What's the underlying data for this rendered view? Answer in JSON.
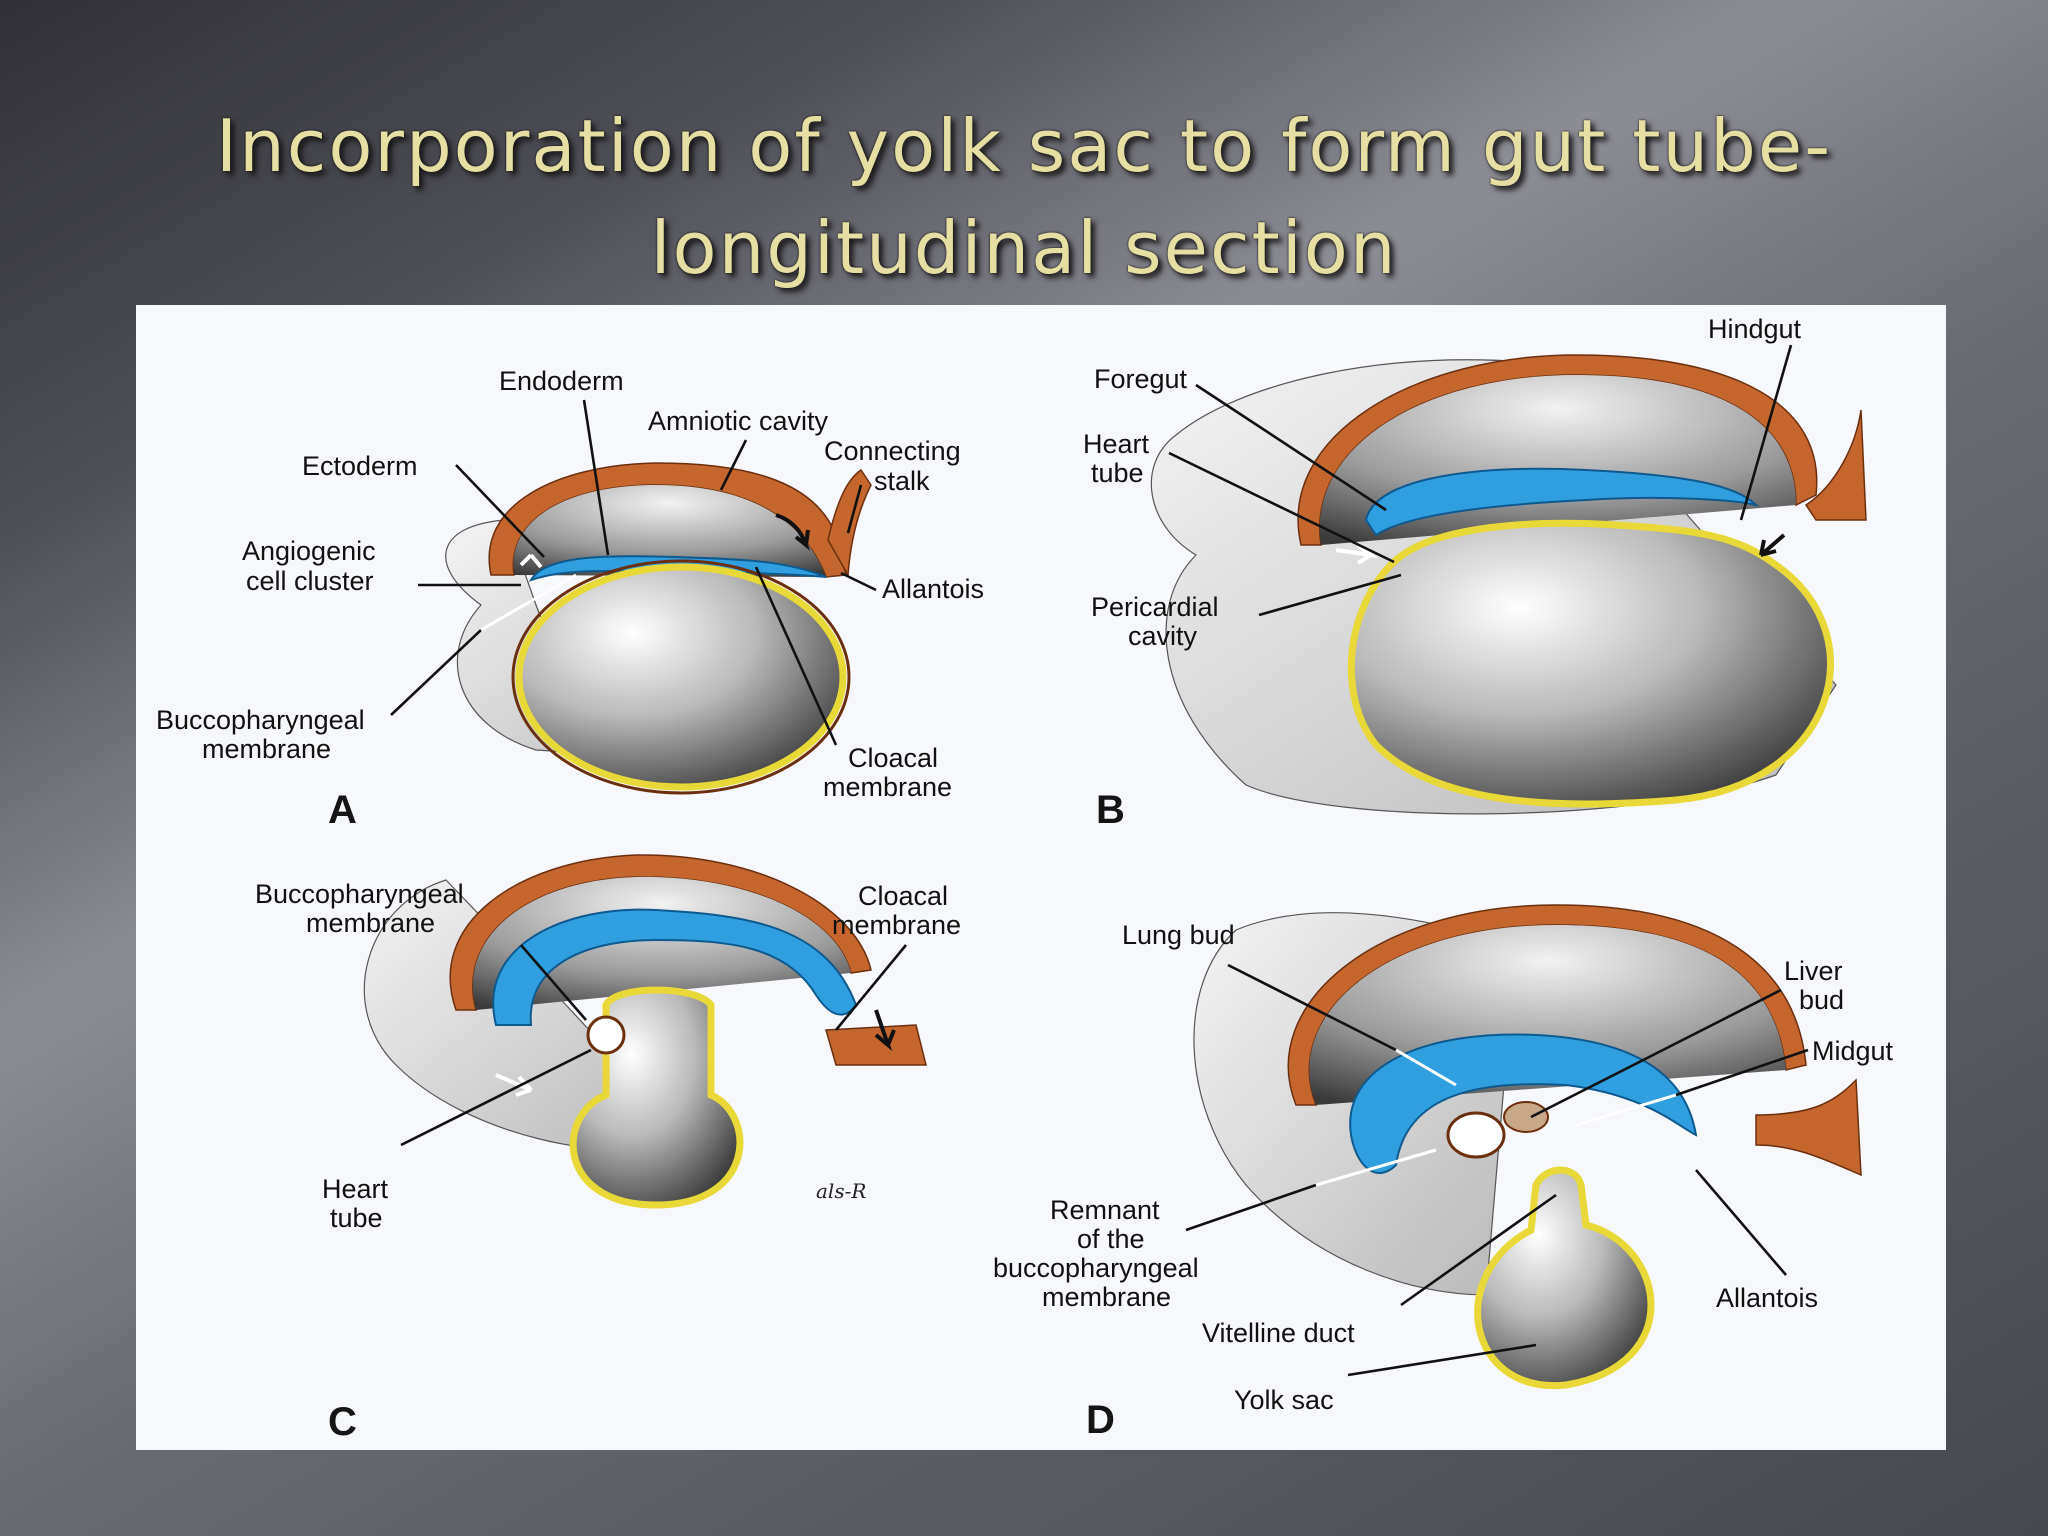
{
  "title": {
    "line1": "Incorporation of yolk sac to form gut tube-",
    "line2": "longitudinal section"
  },
  "colors": {
    "ectoderm": "#c4662d",
    "endoderm_blue": "#2f9fe0",
    "yolk_outline": "#e8d838",
    "title_text": "#e6dfa4"
  },
  "panels": {
    "a": {
      "letter": "A",
      "labels": {
        "endoderm": "Endoderm",
        "amniotic_cavity": "Amniotic cavity",
        "ectoderm": "Ectoderm",
        "connecting_stalk_1": "Connecting",
        "connecting_stalk_2": "stalk",
        "angiogenic_1": "Angiogenic",
        "angiogenic_2": "cell cluster",
        "allantois": "Allantois",
        "bucco_1": "Buccopharyngeal",
        "bucco_2": "membrane",
        "cloacal_1": "Cloacal",
        "cloacal_2": "membrane"
      }
    },
    "b": {
      "letter": "B",
      "labels": {
        "hindgut": "Hindgut",
        "foregut": "Foregut",
        "heart_tube_1": "Heart",
        "heart_tube_2": "tube",
        "pericardial_1": "Pericardial",
        "pericardial_2": "cavity"
      }
    },
    "c": {
      "letter": "C",
      "labels": {
        "bucco_1": "Buccopharyngeal",
        "bucco_2": "membrane",
        "cloacal_1": "Cloacal",
        "cloacal_2": "membrane",
        "heart_tube_1": "Heart",
        "heart_tube_2": "tube",
        "signature": "als-R"
      }
    },
    "d": {
      "letter": "D",
      "labels": {
        "lung_bud": "Lung bud",
        "liver_bud_1": "Liver",
        "liver_bud_2": "bud",
        "midgut": "Midgut",
        "remnant_1": "Remnant",
        "remnant_2": "of the",
        "remnant_3": "buccopharyngeal",
        "remnant_4": "membrane",
        "allantois": "Allantois",
        "vitelline_duct": "Vitelline duct",
        "yolk_sac": "Yolk sac"
      }
    }
  }
}
